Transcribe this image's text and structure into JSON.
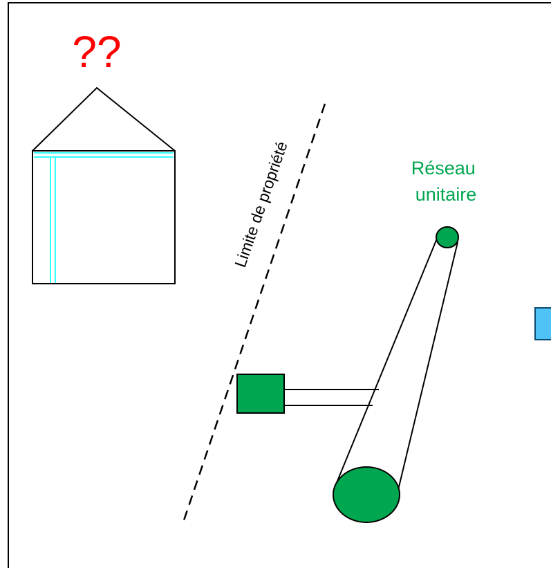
{
  "diagram": {
    "question_marks": "??",
    "property_limit_label": "Limite de propriété",
    "network_label_line1": "Réseau",
    "network_label_line2": "unitaire"
  },
  "colors": {
    "question_red": "#ff0000",
    "network_green": "#00a650",
    "pipe_cyan": "#33ffff",
    "right_box_blue": "#4fc3f7",
    "line_black": "#000000"
  }
}
